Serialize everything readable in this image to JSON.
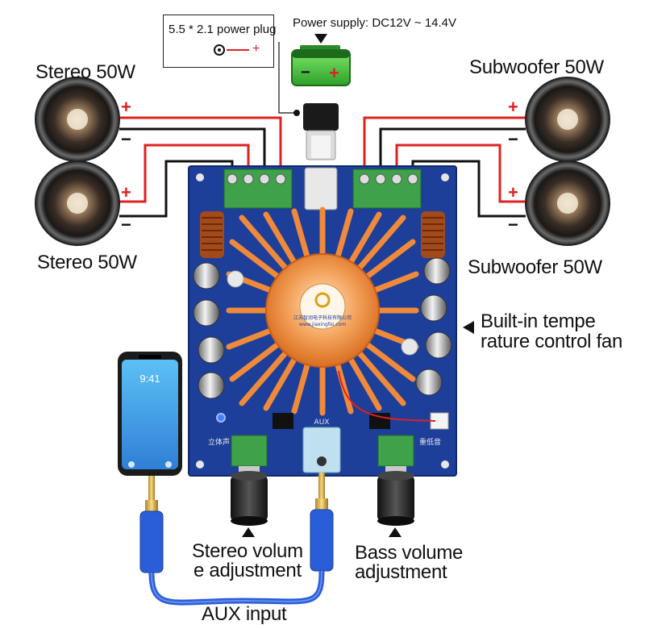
{
  "labels": {
    "power_plug": "5.5 * 2.1 power plug",
    "plug_plus": "+",
    "power_supply": "Power supply: DC12V ~ 14.4V",
    "battery_minus": "−",
    "battery_plus": "+",
    "stereo_top": "Stereo 50W",
    "stereo_bottom": "Stereo 50W",
    "sub_top": "Subwoofer 50W",
    "sub_bottom": "Subwoofer 50W",
    "fan_line1": "Built-in tempe",
    "fan_line2": "rature control fan",
    "stereo_vol_line1": "Stereo volum",
    "stereo_vol_line2": "e adjustment",
    "bass_vol_line1": "Bass volume",
    "bass_vol_line2": "adjustment",
    "aux_input": "AUX input",
    "phone_time": "9:41",
    "board_aux": "AUX",
    "board_stereo": "立体声",
    "board_bass": "重低音",
    "fan_brand": "江苏智润电子科技有限公司",
    "fan_url": "www.jiaxingfei.com"
  },
  "polarity": {
    "plus": "+",
    "minus": "−"
  },
  "colors": {
    "wire_red": "#e02020",
    "wire_black": "#111111",
    "board_blue": "#1d3f9a",
    "heatsink_orange": "#f08a3a",
    "terminal_green": "#3fa24a",
    "battery_green": "#3fc43a",
    "cable_blue": "#2a5ed8",
    "phone_screen": "#4aa8ec"
  }
}
